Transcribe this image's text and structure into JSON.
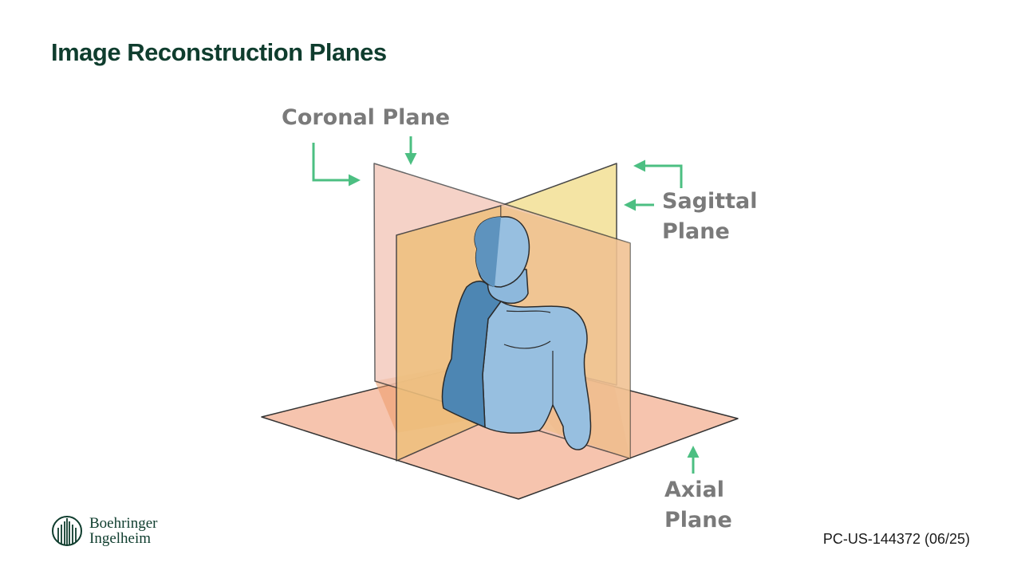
{
  "slide": {
    "title": "Image Reconstruction Planes",
    "footer_code": "PC-US-144372 (06/25)"
  },
  "diagram": {
    "labels": {
      "coronal": "Coronal Plane",
      "sagittal_line1": "Sagittal",
      "sagittal_line2": "Plane",
      "axial_line1": "Axial",
      "axial_line2": "Plane"
    },
    "colors": {
      "arrow": "#4cbf82",
      "coronal_plane": "#f2c4b5",
      "sagittal_plane": "#f3e29b",
      "axial_plane": "#f6c4ae",
      "body": "#8fb9dc",
      "body_shadow": "#4d86b3"
    }
  },
  "logo": {
    "line1": "Boehringer",
    "line2": "Ingelheim",
    "icon": "boehringer-building-icon"
  }
}
